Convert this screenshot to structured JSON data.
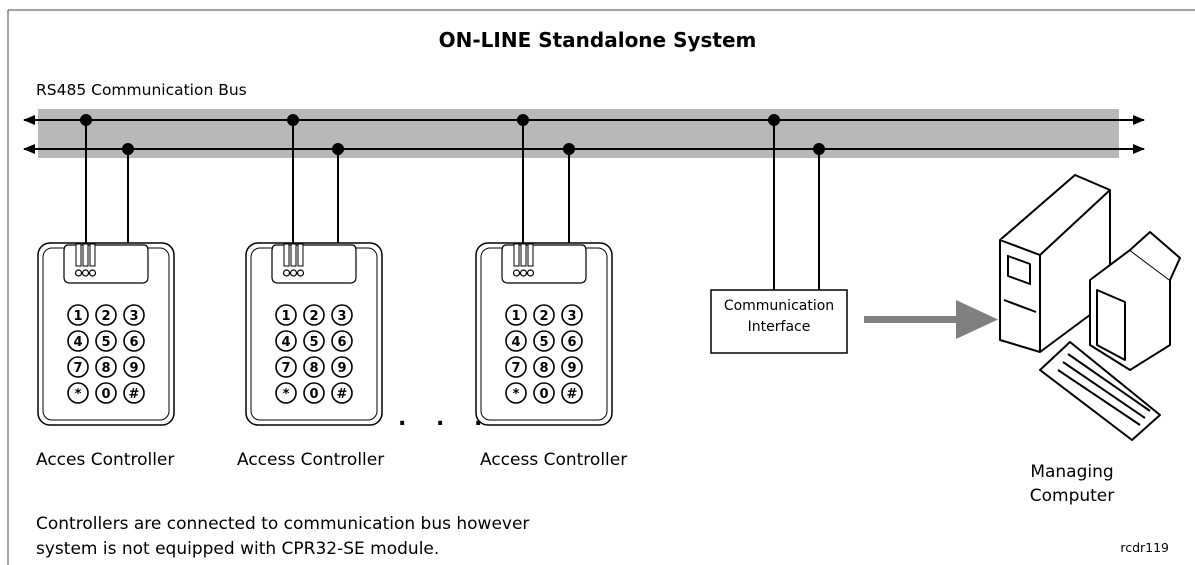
{
  "title": "ON-LINE Standalone System",
  "bus": {
    "label": "RS485 Communication Bus"
  },
  "controllers": [
    {
      "label": "Acces Controller"
    },
    {
      "label": "Access Controller"
    },
    {
      "label": "Access Controller"
    }
  ],
  "ellipsis": ". . .",
  "keypad_keys": [
    "1",
    "2",
    "3",
    "4",
    "5",
    "6",
    "7",
    "8",
    "9",
    "*",
    "0",
    "#"
  ],
  "interface": {
    "label": "Communication Interface"
  },
  "computer": {
    "label": "Managing Computer"
  },
  "footnote": "Controllers are connected to communication bus however system is not equipped with CPR32-SE module.",
  "figure_id": "rcdr119",
  "colors": {
    "bus_band": "#b8b8b8",
    "arrow": "#808080",
    "line": "#000000"
  }
}
